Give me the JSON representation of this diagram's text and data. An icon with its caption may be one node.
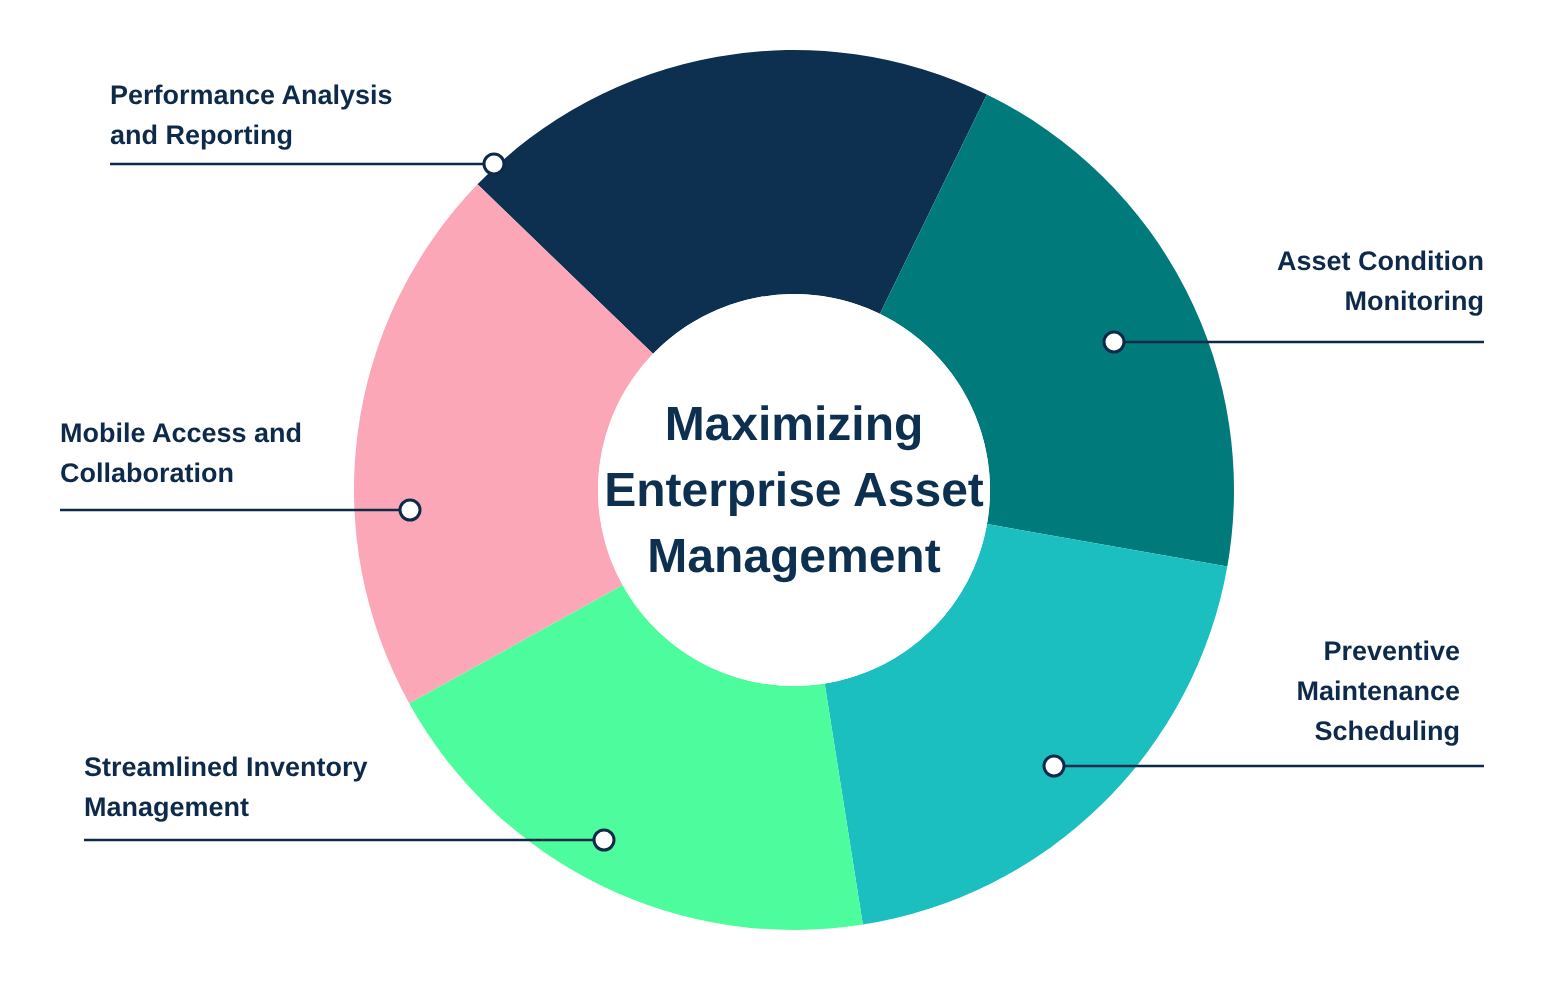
{
  "diagram": {
    "nodes": [
      {
        "text": [
          "Performance Analysis and Reporting"
        ]
      },
      {
        "text": [
          "Asset Condition Monitoring"
        ]
      },
      {
        "text": [
          "Mobile Access and Collaboration"
        ]
      },
      {
        "text": [
          "Preventive Maintenance Scheduling"
        ]
      },
      {
        "text": [
          "Streamlined Inventory Management"
        ]
      },
      {
        "text": [
          "Maximizing Enterprise Asset Management"
        ]
      },
      {
        "text": [],
        "shape": "sector"
      },
      {
        "text": [],
        "shape": "sector"
      },
      {
        "text": [],
        "shape": "sector"
      },
      {
        "text": [],
        "shape": "sector"
      },
      {
        "text": [],
        "shape": "sector"
      }
    ],
    "edges": [
      {
        "from": 0,
        "to": 6,
        "arrow": "other"
      },
      {
        "from": 1,
        "to": 7,
        "arrow": "other"
      },
      {
        "from": 2,
        "to": 10,
        "arrow": "other"
      },
      {
        "from": 3,
        "to": 8,
        "arrow": "other"
      },
      {
        "from": 4,
        "to": 9,
        "arrow": "other"
      }
    ]
  }
}
